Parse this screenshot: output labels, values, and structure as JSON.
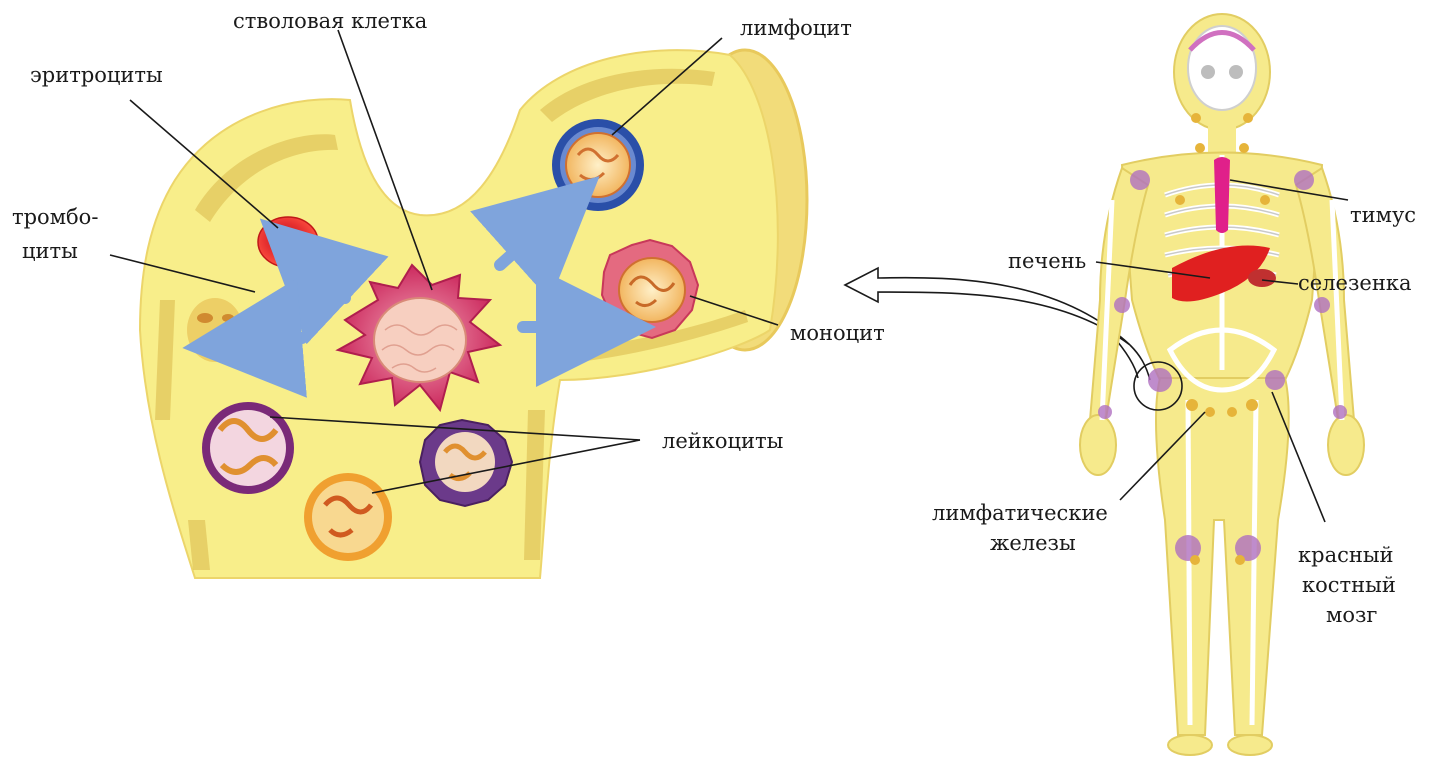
{
  "labels": {
    "stem_cell": "стволовая клетка",
    "lymphocyte": "лимфоцит",
    "erythrocytes": "эритроциты",
    "platelets_line1": "тромбо-",
    "platelets_line2": "циты",
    "monocyte": "моноцит",
    "leukocytes": "лейкоциты",
    "thymus": "тимус",
    "liver": "печень",
    "spleen": "селезенка",
    "lymph_nodes_line1": "лимфатические",
    "lymph_nodes_line2": "железы",
    "red_marrow_line1": "красный",
    "red_marrow_line2": "костный",
    "red_marrow_line3": "мозг"
  },
  "colors": {
    "bone_fill": "#f8ee8a",
    "bone_edge": "#e8d060",
    "stem_cell": "#d8336a",
    "erythrocyte": "#e02828",
    "lymphocyte_rim": "#2a4fa8",
    "monocyte": "#d9506a",
    "leukocyte_purple": "#7a2a78",
    "leukocyte_orange": "#f0a030",
    "arrow_blue": "#7fa4dc",
    "thymus": "#e0208a",
    "liver": "#e02020",
    "body_fill": "#f6ea8c"
  }
}
